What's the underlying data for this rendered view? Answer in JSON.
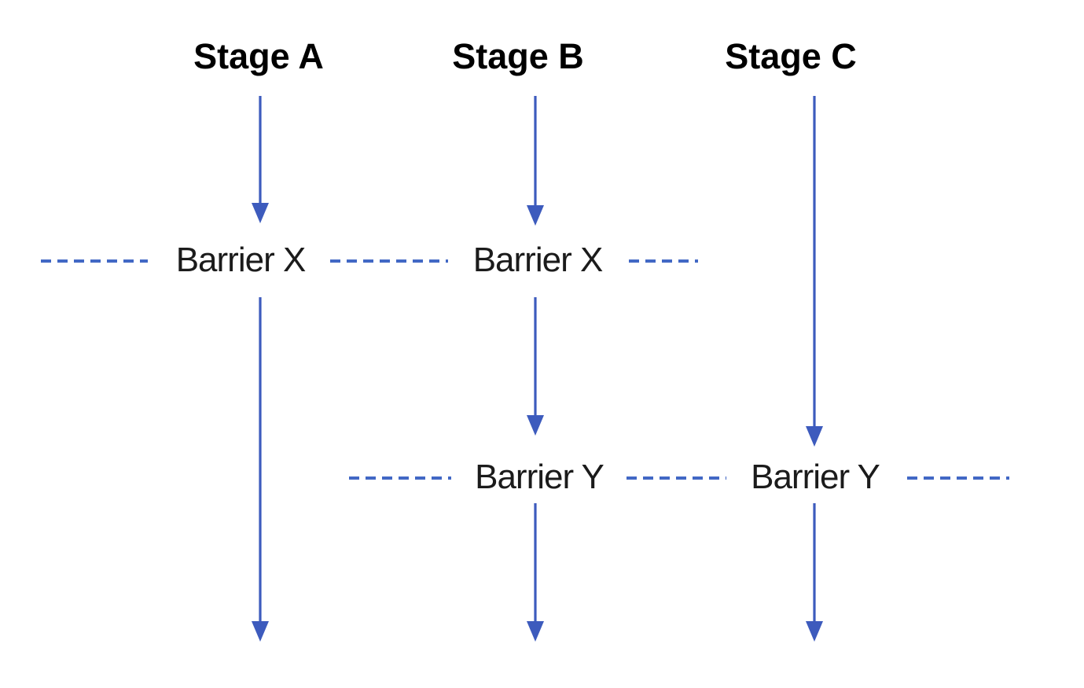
{
  "diagram": {
    "description": "Three parallel pipeline stages with synchronization barriers",
    "stage_labels": [
      "Stage A",
      "Stage B",
      "Stage C"
    ],
    "barrier_x_label": "Barrier X",
    "barrier_y_label": "Barrier Y",
    "arrows": {
      "stage_a_segments": 2,
      "stage_b_segments": 3,
      "stage_c_segments": 2,
      "direction": "down"
    },
    "colors": {
      "arrow_blue": "#3d5bbd",
      "dash_blue": "#4268c5",
      "heading_black": "#000000",
      "label_black": "#1b1b1b",
      "background": "#ffffff"
    }
  }
}
